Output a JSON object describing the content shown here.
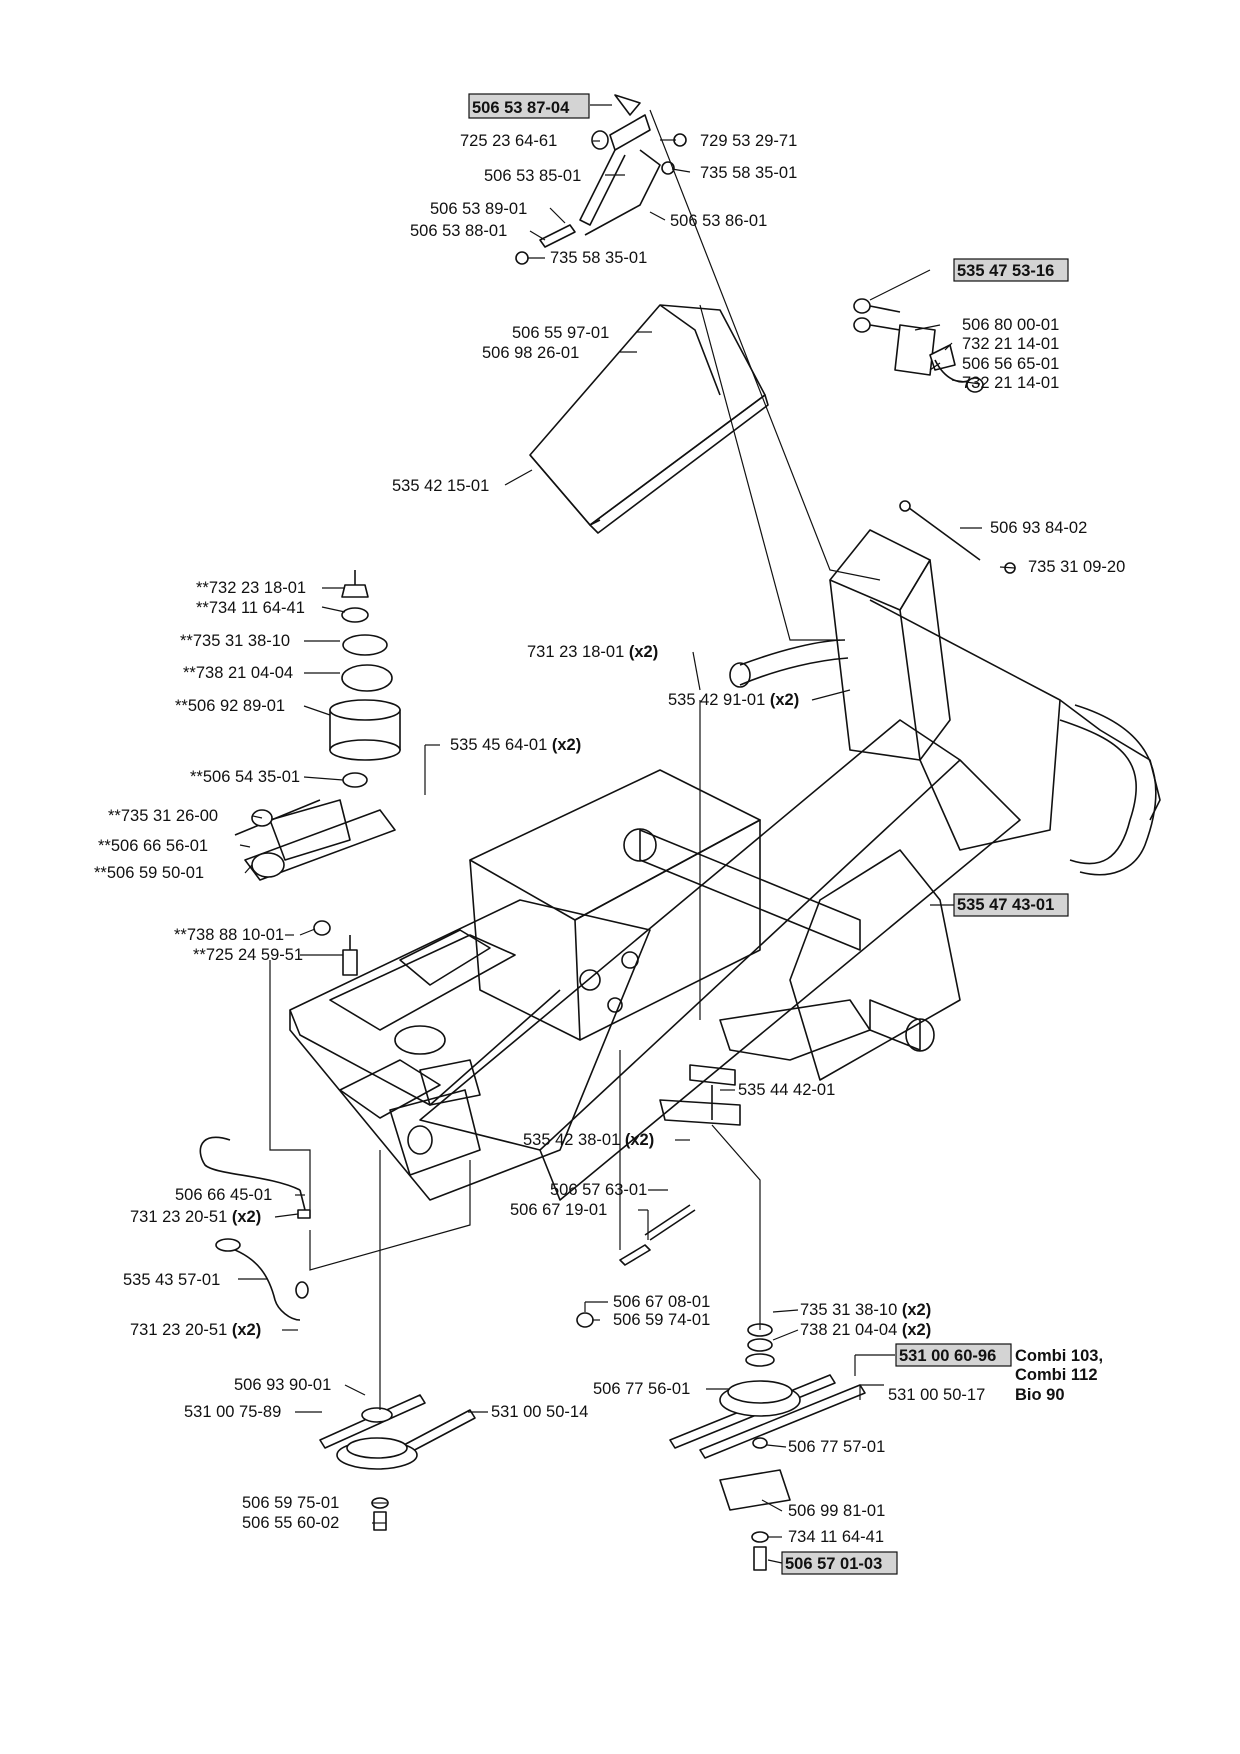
{
  "labels": {
    "l01": "506 53 87-04",
    "l02": "725 23 64-61",
    "l03": "729 53 29-71",
    "l04": "506 53 85-01",
    "l05": "735 58 35-01",
    "l06": "506 53 89-01",
    "l07": "506 53 88-01",
    "l08": "506 53 86-01",
    "l09": "735 58 35-01",
    "l10": "535 47 53-16",
    "l11": "506 80 00-01",
    "l12": "732 21 14-01",
    "l13": "506 56 65-01",
    "l14": "732 21 14-01",
    "l15": "506 55 97-01",
    "l16": "506 98 26-01",
    "l17": "535 42 15-01",
    "l18": "506 93 84-02",
    "l19": "735 31 09-20",
    "l20": "**732 23 18-01",
    "l21": "**734 11 64-41",
    "l22": "**735 31 38-10",
    "l23": "**738 21 04-04",
    "l24": "**506 92 89-01",
    "l25": "731 23 18-01",
    "l26": "535 42 91-01",
    "l27": "535 45 64-01",
    "l28": "**506 54 35-01",
    "l29": "**735 31 26-00",
    "l30": "**506 66 56-01",
    "l31": "**506 59 50-01",
    "l32": "535 47 43-01",
    "l33": "**738 88 10-01",
    "l34": "**725 24 59-51",
    "l35": "535 44 42-01",
    "l36": "535 42 38-01",
    "l37": "506 66 45-01",
    "l38": "731 23 20-51",
    "l39": "506 57 63-01",
    "l40": "506 67 19-01",
    "l41": "535 43 57-01",
    "l42": "506 67 08-01",
    "l43": "506 59 74-01",
    "l44": "731 23 20-51",
    "l45": "735 31 38-10",
    "l46": "738 21 04-04",
    "l47": "531 00 60-96",
    "l48": "Combi 103,",
    "l49": "Combi 112",
    "l50": "506 77 56-01",
    "l51": "531 00 50-17",
    "l52": "Bio 90",
    "l53": "506 93 90-01",
    "l54": "531 00 75-89",
    "l55": "531 00 50-14",
    "l56": "506 77 57-01",
    "l57": "506 59 75-01",
    "l58": "506 99 81-01",
    "l59": "506 55 60-02",
    "l60": "734 11 64-41",
    "l61": "506 57 01-03"
  },
  "qty": "(x2)"
}
